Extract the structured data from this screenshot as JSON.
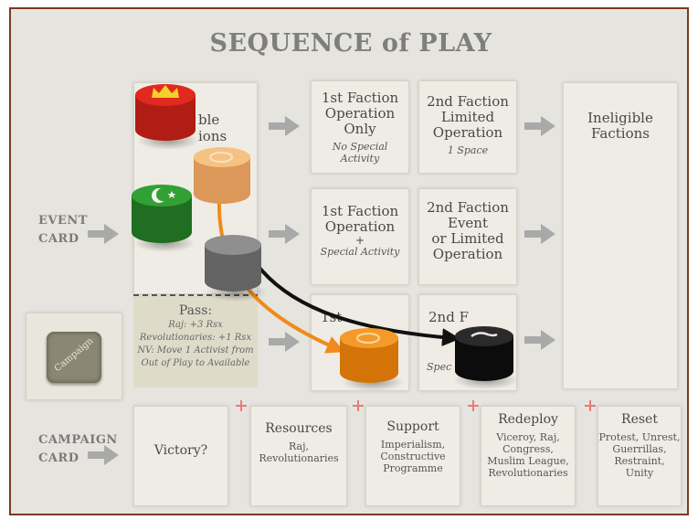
{
  "title": "SEQUENCE of PLAY",
  "labels": {
    "event_card": [
      "EVENT",
      "CARD"
    ],
    "campaign_card": [
      "CAMPAIGN",
      "CARD"
    ]
  },
  "eligible_box": {
    "frag1": "ble",
    "frag2": "ions"
  },
  "row1": {
    "first": {
      "lines": [
        "1st Faction",
        "Operation",
        "Only"
      ],
      "sub": [
        "No Special",
        "Activity"
      ]
    },
    "second": {
      "lines": [
        "2nd Faction",
        "Limited",
        "Operation"
      ],
      "sub": [
        "1 Space"
      ]
    }
  },
  "row2": {
    "first": {
      "lines": [
        "1st Faction",
        "Operation",
        "+"
      ],
      "sub": [
        "Special Activity"
      ]
    },
    "second": {
      "lines": [
        "2nd Faction",
        "Event",
        "or Limited",
        "Operation"
      ]
    }
  },
  "row3": {
    "first": {
      "frag": "1st"
    },
    "second": {
      "frag": "2nd F",
      "sub": "Spec"
    }
  },
  "ineligible": {
    "lines": [
      "Ineligible",
      "Factions"
    ]
  },
  "pass": {
    "title": "Pass:",
    "lines": [
      "Raj: +3 Rsx",
      "Revolutionaries: +1 Rsx",
      "NV: Move 1 Activist from",
      "Out of Play to Available"
    ]
  },
  "campaign_marker": "Campaign",
  "campaign_boxes": [
    {
      "title": "Victory?",
      "items": []
    },
    {
      "title": "Resources",
      "items": [
        "Raj,",
        "Revolutionaries"
      ]
    },
    {
      "title": "Support",
      "items": [
        "Imperialism,",
        "Constructive",
        "Programme"
      ]
    },
    {
      "title": "Redeploy",
      "items": [
        "Viceroy, Raj,",
        "Congress,",
        "Muslim League,",
        "Revolutionaries"
      ]
    },
    {
      "title": "Reset",
      "items": [
        "Protest, Unrest,",
        "Guerrillas,",
        "Restraint,",
        "Unity"
      ]
    }
  ],
  "colors": {
    "board": "#e6e4de",
    "box": "#efece5",
    "arrow": "#a9a9a9",
    "red_cylinder": "#d4261c",
    "green_cylinder": "#2c8a2e",
    "peach_cylinder": "#f0b56e",
    "gray_cylinder": "#7b7b7b",
    "orange_cylinder": "#ec8a16",
    "black_cylinder": "#151515"
  },
  "pieces": [
    {
      "name": "red-crown-cylinder",
      "icon": "crown-icon"
    },
    {
      "name": "green-crescent-cylinder",
      "icon": "crescent-icon"
    },
    {
      "name": "peach-cylinder",
      "icon": "star-icon"
    },
    {
      "name": "gray-cylinder",
      "icon": "none"
    },
    {
      "name": "orange-cylinder",
      "icon": "star-icon"
    },
    {
      "name": "black-cylinder",
      "icon": "tiger-icon"
    }
  ]
}
